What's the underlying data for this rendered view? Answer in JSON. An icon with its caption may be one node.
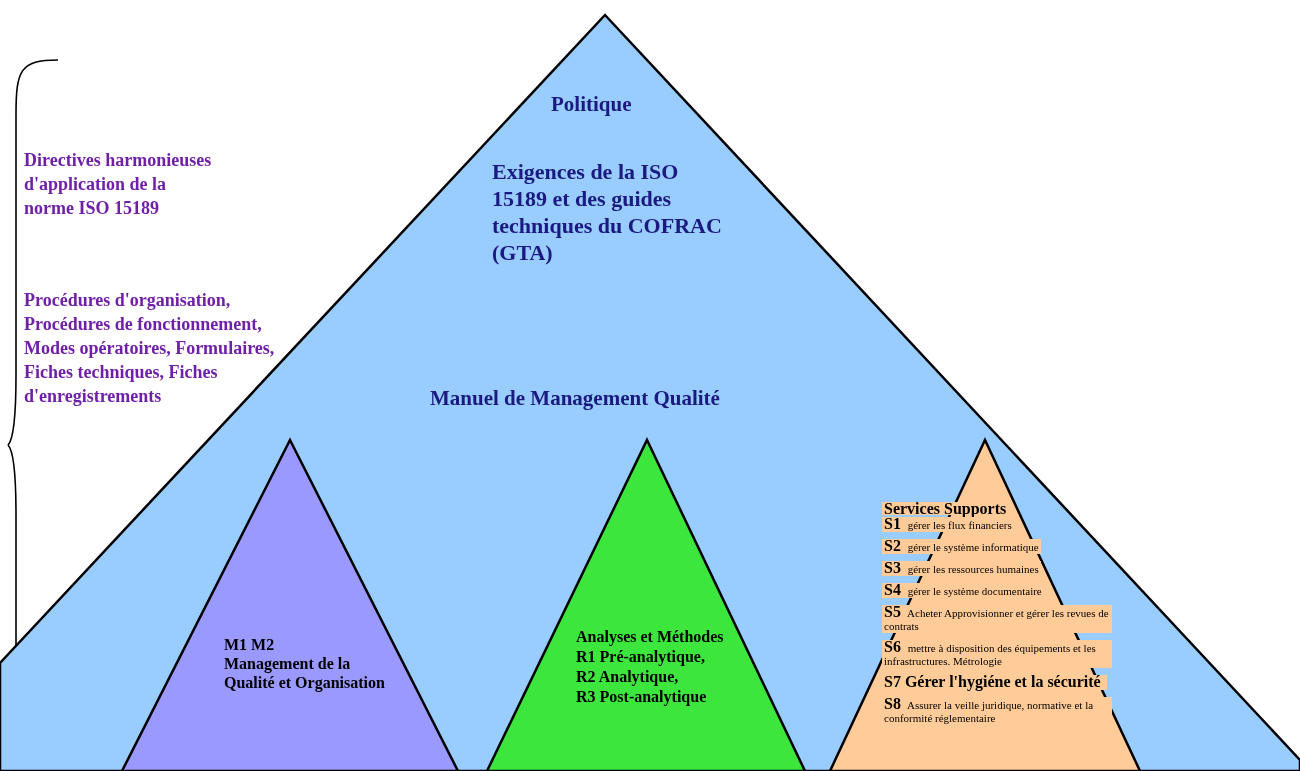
{
  "diagram": {
    "nodes": [
      {
        "text": [
          "Politique",
          "Exigences de la ISO 15189 et des guides techniques du COFRAC (GTA)",
          "Manuel de Management Qualité"
        ]
      },
      {
        "text": [
          "M1 M2",
          "Management de la Qualité et Organisation"
        ],
        "in": 0
      },
      {
        "text": [
          "Analyses et Méthodes",
          "R1 Pré-analytique,",
          "R2 Analytique,",
          "R3 Post-analytique"
        ],
        "in": 0
      },
      {
        "text": [
          "Services Supports",
          "**S1** gérer les flux financiers",
          "**S2** gérer le système informatique",
          "**S3** gérer les ressources humaines",
          "**S4** gérer le système documentaire",
          "**S5** Acheter Approvisionner et gérer les revues de contrats",
          "**S6** mettre à disposition des équipements et les infrastructures. Métrologie",
          "**S7 Gérer l'hygiéne et la sécurité**",
          "**S8** Assurer la veille juridique, normative et la conformité réglementaire"
        ],
        "in": 0
      }
    ],
    "edges": [],
    "labels": [
      "Directives harmonieuses d'application de la norme ISO 15189",
      "Procédures d'organisation, Procédures de fonctionnement, Modes opératoires, Formulaires, Fiches techniques, Fiches d'enregistrements"
    ]
  }
}
